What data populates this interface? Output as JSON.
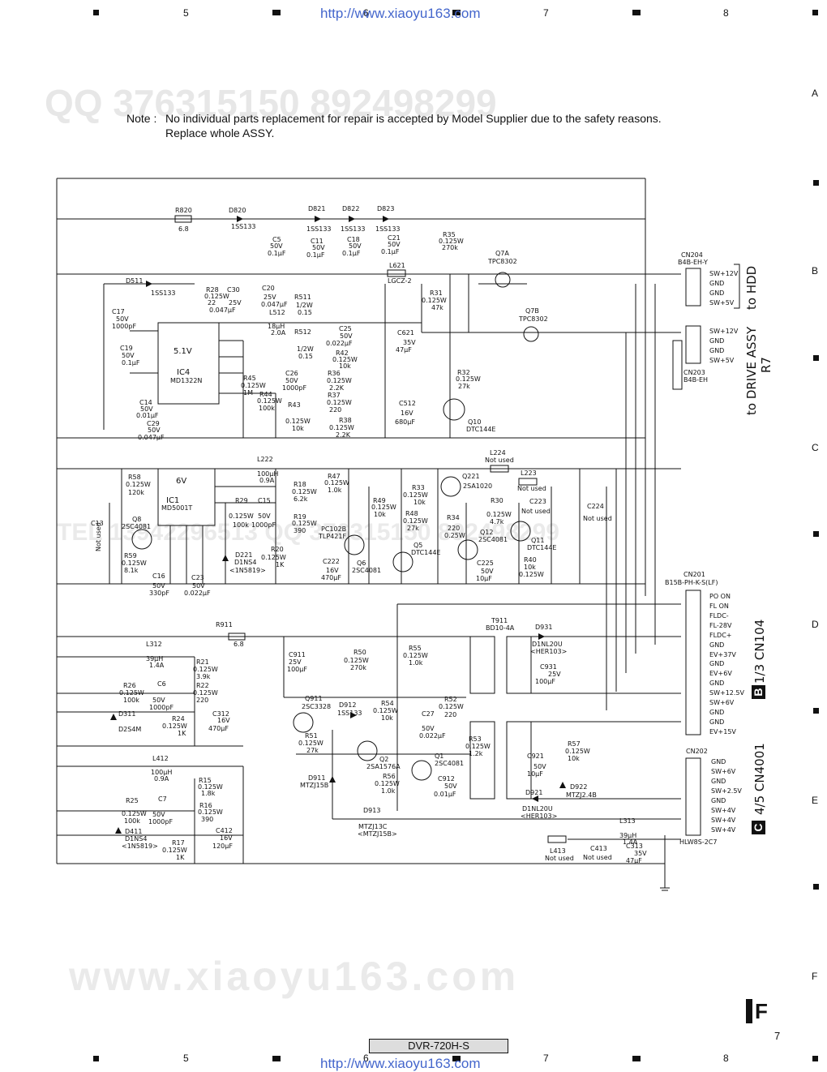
{
  "header": {
    "grid_top": [
      "5",
      "6",
      "7",
      "8"
    ],
    "url_top": "http://www.xiaoyu163.com",
    "grid_right": [
      "A",
      "B",
      "C",
      "D",
      "E",
      "F"
    ]
  },
  "watermarks": {
    "qq": "QQ 376315150   892498299",
    "tel": "TEL 13942296513   QQ 376315150   892498299",
    "bottom": "www.xiaoyu163.com"
  },
  "note": {
    "label": "Note :",
    "line1": "No individual parts replacement for repair is accepted by Model Supplier due to the safety reasons.",
    "line2": "Replace whole ASSY."
  },
  "schematic": {
    "ic4": {
      "name": "IC4",
      "part": "MD1322N",
      "volt": "5.1V"
    },
    "ic1": {
      "name": "IC1",
      "part": "MD5001T",
      "volt": "6V"
    },
    "cn204": {
      "name": "CN204",
      "type": "B4B-EH-Y",
      "pins": [
        "SW+12V",
        "GND",
        "GND",
        "SW+5V"
      ]
    },
    "cn203": {
      "name": "CN203",
      "type": "B4B-EH",
      "pins": [
        "SW+12V",
        "GND",
        "GND",
        "SW+5V"
      ]
    },
    "cn201": {
      "name": "CN201",
      "type": "B15B-PH-K-S(LF)",
      "pins": [
        "PO ON",
        "FL ON",
        "FLDC-",
        "FL-28V",
        "FLDC+",
        "GND",
        "EV+37V",
        "GND",
        "EV+6V",
        "GND",
        "SW+12.5V",
        "SW+6V",
        "GND",
        "GND",
        "EV+15V"
      ]
    },
    "cn202": {
      "name": "CN202",
      "type": "HLW8S-2C7",
      "pins": [
        "GND",
        "SW+6V",
        "GND",
        "SW+2.5V",
        "GND",
        "SW+4V",
        "SW+4V",
        "SW+4V"
      ]
    },
    "labels": {
      "to_hdd": "to HDD",
      "to_drive": "to DRIVE ASSY",
      "r7": "R7",
      "b_ref": "B",
      "b_cn": "1/3 CN104",
      "c_ref": "C",
      "c_cn": "4/5 CN4001"
    },
    "parts": {
      "r820": [
        "R820",
        "6.8"
      ],
      "d820": [
        "D820",
        "1SS133"
      ],
      "d821": [
        "D821",
        "1SS133"
      ],
      "d822": [
        "D822",
        "1SS133"
      ],
      "d823": [
        "D823",
        "1SS133"
      ],
      "c5": [
        "C5",
        "50V",
        "0.1µF"
      ],
      "c11": [
        "C11",
        "50V",
        "0.1µF"
      ],
      "c18": [
        "C18",
        "50V",
        "0.1µF"
      ],
      "c21": [
        "C21",
        "50V",
        "0.1µF"
      ],
      "r35": [
        "R35",
        "0.125W",
        "270k"
      ],
      "q7a": [
        "Q7A",
        "TPC8302"
      ],
      "q7b": [
        "Q7B",
        "TPC8302"
      ],
      "l621": [
        "L621",
        "LGCZ-2"
      ],
      "d511": [
        "D511",
        "1SS133"
      ],
      "r28": [
        "R28",
        "0.125W",
        "22"
      ],
      "c30": [
        "C30",
        "25V",
        "0.047µF"
      ],
      "c20": [
        "C20",
        "25V",
        "0.047µF"
      ],
      "r511": [
        "R511",
        "1/2W",
        "0.15"
      ],
      "l512": [
        "L512",
        "18µH",
        "2.0A"
      ],
      "r512": [
        "R512",
        "1/2W",
        "0.15"
      ],
      "c17": [
        "C17",
        "50V",
        "1000pF"
      ],
      "c19": [
        "C19",
        "50V",
        "0.1µF"
      ],
      "c14": [
        "C14",
        "50V",
        "0.01µF"
      ],
      "c29": [
        "C29",
        "50V",
        "0.047µF"
      ],
      "c25": [
        "C25",
        "50V",
        "0.022µF"
      ],
      "r42": [
        "R42",
        "0.125W",
        "10k"
      ],
      "r31": [
        "R31",
        "0.125W",
        "47k"
      ],
      "c621": [
        "C621",
        "35V",
        "47µF"
      ],
      "r45": [
        "R45",
        "0.125W",
        "1M"
      ],
      "c26": [
        "C26",
        "50V",
        "1000pF"
      ],
      "r36": [
        "R36",
        "0.125W",
        "2.2K"
      ],
      "r44": [
        "R44",
        "0.125W",
        "100k"
      ],
      "r37": [
        "R37",
        "0.125W",
        "220"
      ],
      "r43": [
        "R43",
        "0.125W",
        "10k"
      ],
      "r38": [
        "R38",
        "0.125W",
        "2.2K"
      ],
      "c512": [
        "C512",
        "16V",
        "680µF"
      ],
      "r32": [
        "R32",
        "0.125W",
        "27k"
      ],
      "q10": [
        "Q10",
        "DTC144E"
      ],
      "l222": [
        "L222",
        "100µH",
        "0.9A"
      ],
      "r58": [
        "R58",
        "0.125W",
        "120k"
      ],
      "r18": [
        "R18",
        "0.125W",
        "6.2k"
      ],
      "r47": [
        "R47",
        "0.125W",
        "1.0k"
      ],
      "r49": [
        "R49",
        "0.125W",
        "10k"
      ],
      "r33": [
        "R33",
        "0.125W",
        "10k"
      ],
      "q221": [
        "Q221",
        "2SA1020"
      ],
      "l224": [
        "L224",
        "Not used"
      ],
      "l223": [
        "L223",
        "Not used"
      ],
      "c223": [
        "C223",
        "Not used"
      ],
      "c224": [
        "C224",
        "Not used"
      ],
      "r30": [
        "R30",
        "0.125W",
        "4.7k"
      ],
      "c13": [
        "C13",
        "Not used"
      ],
      "q8": [
        "Q8",
        "2SC4081"
      ],
      "r29": [
        "R29",
        "0.125W",
        "100k"
      ],
      "c15": [
        "C15",
        "50V",
        "1000pF"
      ],
      "r19": [
        "R19",
        "0.125W",
        "390"
      ],
      "pc102b": [
        "PC102B",
        "TLP421F"
      ],
      "r48": [
        "R48",
        "0.125W",
        "27k"
      ],
      "r34": [
        "R34",
        "220",
        "0.25W"
      ],
      "q12": [
        "Q12",
        "2SC4081"
      ],
      "q11": [
        "Q11",
        "DTC144E"
      ],
      "r59": [
        "R59",
        "0.125W",
        "8.1k"
      ],
      "c16": [
        "C16",
        "50V",
        "330pF"
      ],
      "c23": [
        "C23",
        "50V",
        "0.022µF"
      ],
      "d221": [
        "D221",
        "D1NS4",
        "<1N5819>"
      ],
      "r20": [
        "R20",
        "0.125W",
        "1K"
      ],
      "c222": [
        "C222",
        "16V",
        "470µF"
      ],
      "q6": [
        "Q6",
        "2SC4081"
      ],
      "q5": [
        "Q5",
        "DTC144E"
      ],
      "c225": [
        "C225",
        "50V",
        "10µF"
      ],
      "r40": [
        "R40",
        "10k",
        "0.125W"
      ],
      "r911": [
        "R911",
        "6.8"
      ],
      "t911": [
        "T911",
        "BD10-4A"
      ],
      "d931": [
        "D931",
        "D1NL20U",
        "<HER103>"
      ],
      "l312": [
        "L312",
        "39µH",
        "1.4A"
      ],
      "r21": [
        "R21",
        "0.125W",
        "3.9k"
      ],
      "c911": [
        "C911",
        "25V",
        "100µF"
      ],
      "r50": [
        "R50",
        "0.125W",
        "270k"
      ],
      "r55": [
        "R55",
        "0.125W",
        "1.0k"
      ],
      "c931": [
        "C931",
        "25V",
        "100µF"
      ],
      "r26": [
        "R26",
        "0.125W",
        "100k"
      ],
      "c6": [
        "C6",
        "50V",
        "1000pF"
      ],
      "r22": [
        "R22",
        "0.125W",
        "220"
      ],
      "d311": [
        "D311",
        "D2S4M"
      ],
      "r24": [
        "R24",
        "0.125W",
        "1K"
      ],
      "c312": [
        "C312",
        "16V",
        "470µF"
      ],
      "q911": [
        "Q911",
        "2SC3328"
      ],
      "d912": [
        "D912",
        "1SS133"
      ],
      "r54": [
        "R54",
        "0.125W",
        "10k"
      ],
      "c27": [
        "C27",
        "50V",
        "0.022µF"
      ],
      "r52": [
        "R52",
        "0.125W",
        "220"
      ],
      "r53": [
        "R53",
        "0.125W",
        "1.2k"
      ],
      "r51": [
        "R51",
        "0.125W",
        "27k"
      ],
      "q2": [
        "Q2",
        "2SA1576A"
      ],
      "q1": [
        "Q1",
        "2SC4081"
      ],
      "c921": [
        "C921",
        "50V",
        "10µF"
      ],
      "r57": [
        "R57",
        "0.125W",
        "10k"
      ],
      "l412": [
        "L412",
        "100µH",
        "0.9A"
      ],
      "r15": [
        "R15",
        "0.125W",
        "1.8k"
      ],
      "d911": [
        "D911",
        "MTZJ15B"
      ],
      "r56": [
        "R56",
        "0.125W",
        "1.0k"
      ],
      "c912": [
        "C912",
        "50V",
        "0.01µF"
      ],
      "d921": [
        "D921",
        "D1NL20U",
        "<HER103>"
      ],
      "d922": [
        "D922",
        "MTZJ2.4B"
      ],
      "r25": [
        "R25",
        "0.125W",
        "100k"
      ],
      "c7": [
        "C7",
        "50V",
        "1000pF"
      ],
      "r16": [
        "R16",
        "0.125W",
        "390"
      ],
      "d913": [
        "D913",
        "MTZJ13C",
        "<MTZJ15B>"
      ],
      "l313": [
        "L313",
        "39µH",
        "1.4A"
      ],
      "d411": [
        "D411",
        "D1NS4",
        "<1N5819>"
      ],
      "r17": [
        "R17",
        "0.125W",
        "1K"
      ],
      "c412": [
        "C412",
        "16V",
        "120µF"
      ],
      "l413": [
        "L413",
        "Not used"
      ],
      "c413": [
        "C413",
        "Not used"
      ],
      "c313": [
        "C313",
        "35V",
        "47µF"
      ]
    }
  },
  "footer": {
    "model": "DVR-720H-S",
    "url": "http://www.xiaoyu163.com",
    "page": "7",
    "section": "F"
  }
}
